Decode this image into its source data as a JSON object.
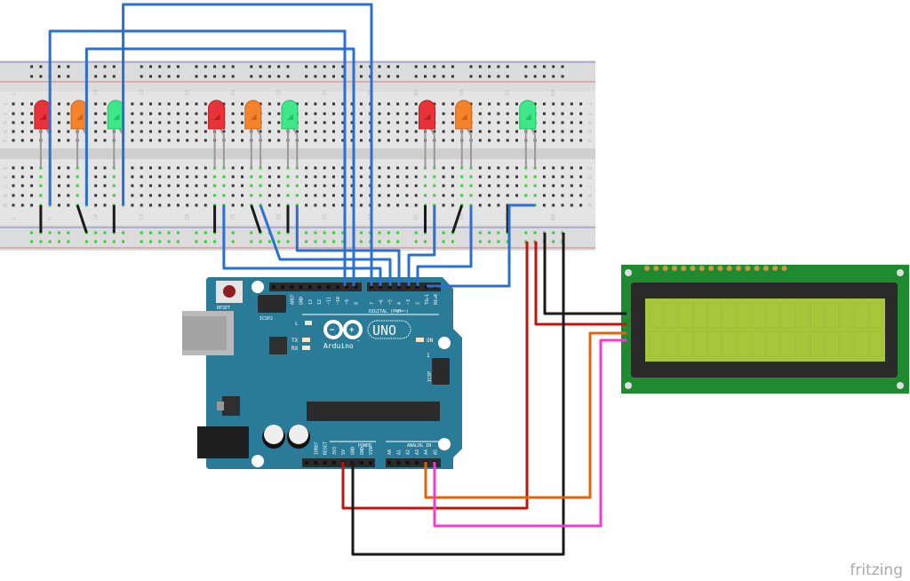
{
  "colors": {
    "breadboard": "#dcdcdc",
    "arduino": "#2a7b98",
    "lcd_board": "#1f8a30",
    "lcd_screen": "#a8c63c",
    "wire_blue": "#2b6fd1",
    "wire_red": "#c0140f",
    "wire_black": "#1a1a1a",
    "wire_orange": "#e0640c",
    "wire_pink": "#f03cd2"
  },
  "breadboard": {
    "column_numbers": [
      "1",
      "5",
      "10",
      "15",
      "20",
      "25",
      "30",
      "35",
      "40",
      "45",
      "50",
      "55",
      "60"
    ],
    "row_letters_top": [
      "J",
      "I",
      "H",
      "G",
      "F"
    ],
    "row_letters_bottom": [
      "E",
      "D",
      "C",
      "B",
      "A"
    ],
    "leds": [
      {
        "color": "red"
      },
      {
        "color": "orange"
      },
      {
        "color": "green"
      },
      {
        "color": "red"
      },
      {
        "color": "orange"
      },
      {
        "color": "green"
      },
      {
        "color": "red"
      },
      {
        "color": "orange"
      },
      {
        "color": "green"
      }
    ]
  },
  "arduino": {
    "reset_label": "RESET",
    "icsp2_label": "ICSP2",
    "digital_pins_left": [
      "",
      "AREF",
      "GND",
      "13",
      "12",
      "~11",
      "~10",
      "~9",
      "8"
    ],
    "digital_pins_right": [
      "7",
      "~6",
      "~5",
      "4",
      "~3",
      "2",
      "TX▸1",
      "RX◂0"
    ],
    "digital_label": "DIGITAL (PWM=~)",
    "led_l": "L",
    "led_tx": "TX",
    "led_rx": "RX",
    "led_on": "ON",
    "logo_text": "Arduino",
    "logo_tm": "™",
    "model": "UNO",
    "icsp_label": "ICSP",
    "icsp_pin1": "1",
    "power_pins": [
      "",
      "IOREF",
      "RESET",
      "3V3",
      "5V",
      "GND",
      "GND",
      "VIN"
    ],
    "power_label": "POWER",
    "analog_pins": [
      "A0",
      "A1",
      "A2",
      "A3",
      "A4",
      "A5"
    ],
    "analog_label": "ANALOG IN"
  },
  "watermark": "fritzing"
}
